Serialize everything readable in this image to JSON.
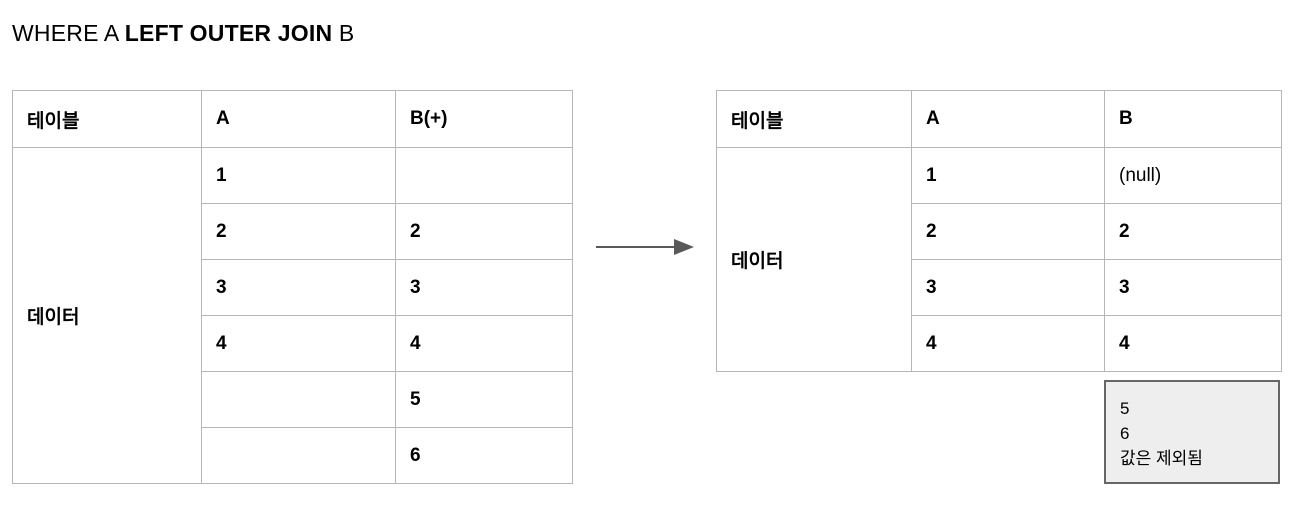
{
  "title": {
    "prefix": "WHERE A ",
    "emphasis": "LEFT OUTER JOIN",
    "suffix": " B"
  },
  "left_table": {
    "name": "source-tables",
    "header": {
      "label": "테이블",
      "col_a": "A",
      "col_b": "B(+)"
    },
    "row_label": "데이터",
    "rows": [
      {
        "a": "1",
        "b": "",
        "a_fill": "white",
        "b_fill": "white"
      },
      {
        "a": "2",
        "b": "2",
        "a_fill": "peach",
        "b_fill": "peach"
      },
      {
        "a": "3",
        "b": "3",
        "a_fill": "peach",
        "b_fill": "peach"
      },
      {
        "a": "4",
        "b": "4",
        "a_fill": "peach",
        "b_fill": "peach"
      },
      {
        "a": "",
        "b": "5",
        "a_fill": "white",
        "b_fill": "white"
      },
      {
        "a": "",
        "b": "6",
        "a_fill": "white",
        "b_fill": "white"
      }
    ]
  },
  "right_table": {
    "name": "result-table",
    "header": {
      "label": "테이블",
      "col_a": "A",
      "col_b": "B"
    },
    "row_label": "데이터",
    "rows": [
      {
        "a": "1",
        "b": "(null)",
        "a_fill": "white",
        "b_fill": "cyan"
      },
      {
        "a": "2",
        "b": "2",
        "a_fill": "peach",
        "b_fill": "peach"
      },
      {
        "a": "3",
        "b": "3",
        "a_fill": "peach",
        "b_fill": "peach"
      },
      {
        "a": "4",
        "b": "4",
        "a_fill": "peach",
        "b_fill": "peach"
      }
    ]
  },
  "arrow": {
    "icon": "arrow-right-icon",
    "color": "#595959"
  },
  "note": {
    "lines": [
      "5",
      "6",
      "값은 제외됨"
    ]
  },
  "colors": {
    "magenta": "#ff00ff",
    "blue": "#4a86e8",
    "peach": "#fce5a6",
    "cyan": "#00ffff",
    "border": "#b7b7b7",
    "note_bg": "#eeeeee",
    "note_border": "#666666"
  }
}
